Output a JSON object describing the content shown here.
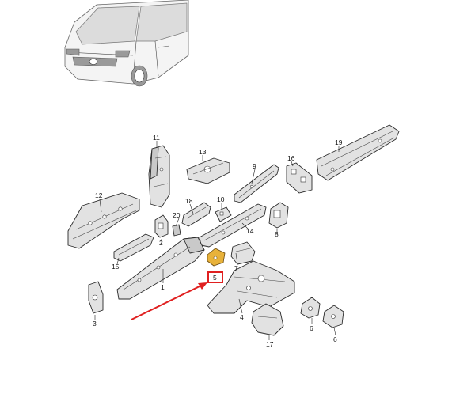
{
  "parts": [
    {
      "id": "1",
      "label": "1"
    },
    {
      "id": "2",
      "label": "2"
    },
    {
      "id": "3",
      "label": "3"
    },
    {
      "id": "4",
      "label": "4"
    },
    {
      "id": "5",
      "label": "5"
    },
    {
      "id": "6a",
      "label": "6"
    },
    {
      "id": "6b",
      "label": "6"
    },
    {
      "id": "7",
      "label": "7"
    },
    {
      "id": "8",
      "label": "8"
    },
    {
      "id": "9",
      "label": "9"
    },
    {
      "id": "10",
      "label": "10"
    },
    {
      "id": "11",
      "label": "11"
    },
    {
      "id": "12",
      "label": "12"
    },
    {
      "id": "13",
      "label": "13"
    },
    {
      "id": "14",
      "label": "14"
    },
    {
      "id": "15",
      "label": "15"
    },
    {
      "id": "16",
      "label": "16"
    },
    {
      "id": "17",
      "label": "17"
    },
    {
      "id": "18",
      "label": "18"
    },
    {
      "id": "19",
      "label": "19"
    },
    {
      "id": "20",
      "label": "20"
    }
  ],
  "highlight": {
    "part": "5",
    "color": "#e02020"
  },
  "colors": {
    "arrow": "#e02020",
    "part_fill": "#e2e2e2",
    "highlight_part": "#e8b23a"
  }
}
